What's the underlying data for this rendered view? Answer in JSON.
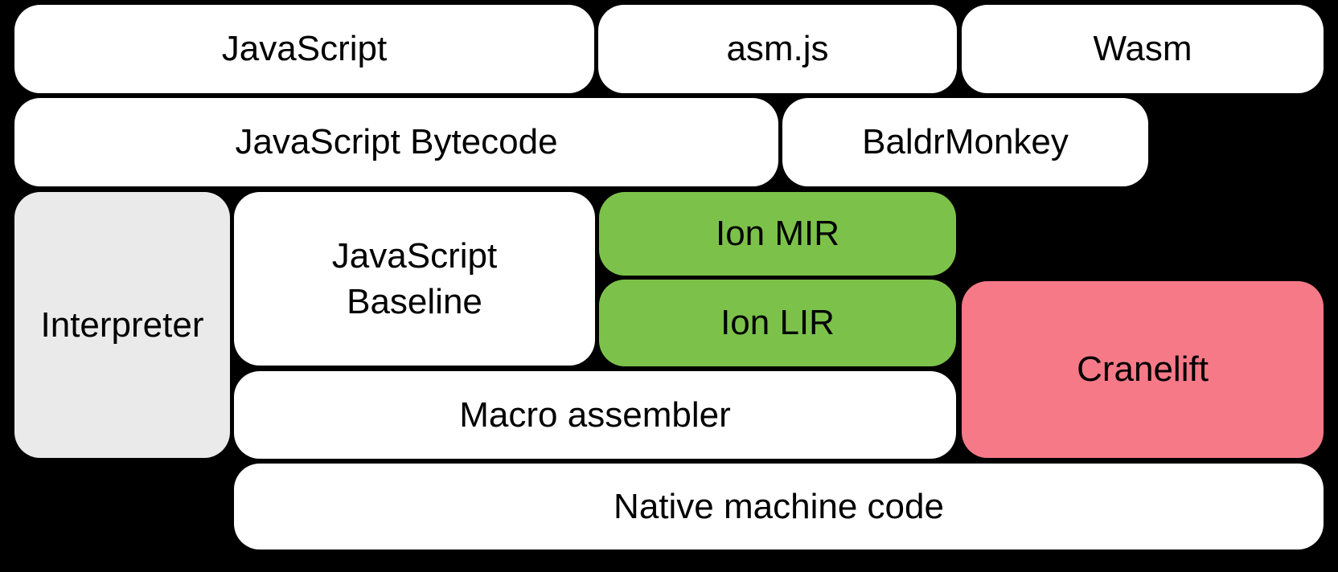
{
  "colors": {
    "background": "#000000",
    "box_white": "#ffffff",
    "box_gray": "#eaeaea",
    "box_green": "#7cc24a",
    "box_pink": "#f67987",
    "text": "#000000"
  },
  "boxes": {
    "javascript": {
      "label": "JavaScript"
    },
    "asmjs": {
      "label": "asm.js"
    },
    "wasm": {
      "label": "Wasm"
    },
    "js_bytecode": {
      "label": "JavaScript Bytecode"
    },
    "baldrmonkey": {
      "label": "BaldrMonkey"
    },
    "interpreter": {
      "label": "Interpreter"
    },
    "js_baseline": {
      "label": "JavaScript Baseline"
    },
    "ion_mir": {
      "label": "Ion MIR"
    },
    "ion_lir": {
      "label": "Ion LIR"
    },
    "cranelift": {
      "label": "Cranelift"
    },
    "macro_assembler": {
      "label": "Macro assembler"
    },
    "native_machine_code": {
      "label": "Native machine code"
    }
  }
}
